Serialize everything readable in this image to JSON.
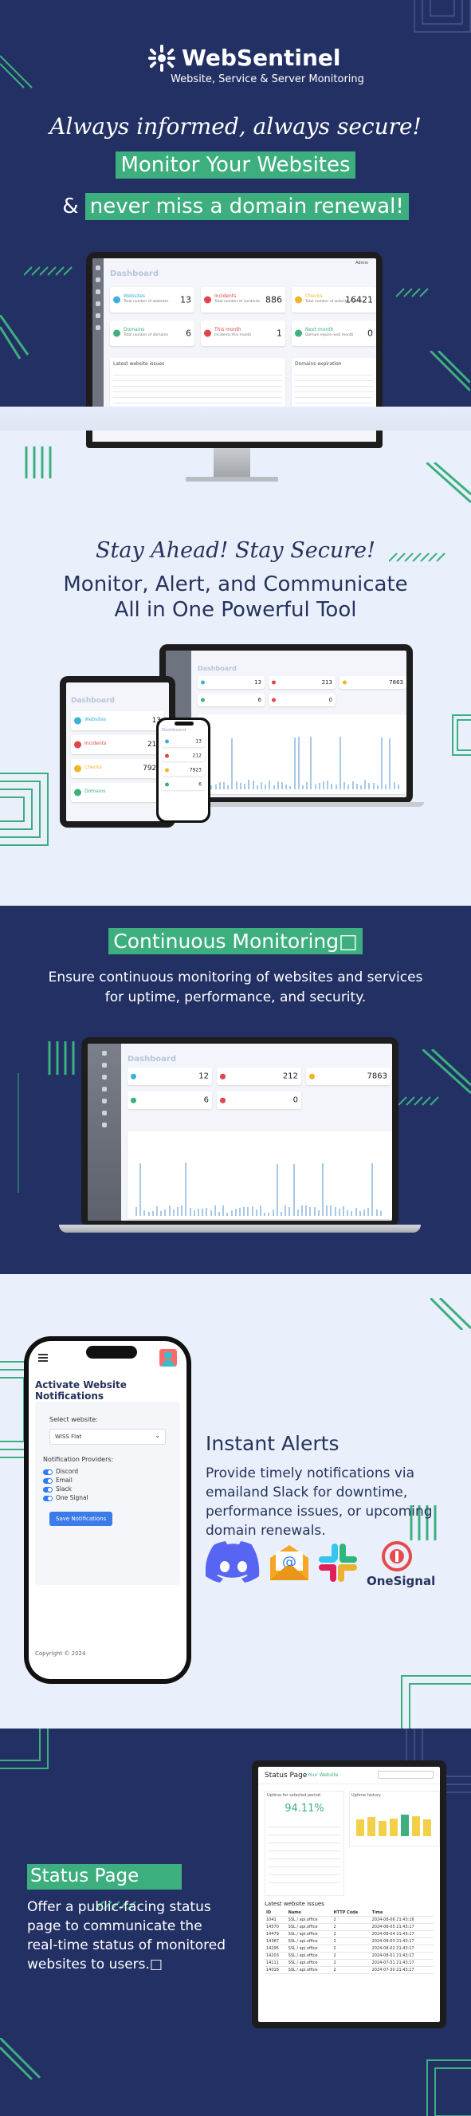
{
  "brand": {
    "name": "WebSentinel",
    "tagline": "Website, Service & Server Monitoring"
  },
  "hero": {
    "line1": "Always informed, always secure!",
    "line2": "Monitor Your Websites",
    "line3_prefix": "& ",
    "line3_highlight": "never miss a domain renewal!"
  },
  "dashboard": {
    "title": "Dashboard",
    "user": "Admin",
    "cards": [
      {
        "label": "Websites",
        "sub": "Total number of websites",
        "value": "13",
        "color": "#3db0d8"
      },
      {
        "label": "Incidents",
        "sub": "Total number of incidents",
        "value": "886",
        "color": "#e0454b"
      },
      {
        "label": "Checks",
        "sub": "Total number of website checks",
        "value": "16421",
        "color": "#f2b52a"
      },
      {
        "label": "Domains",
        "sub": "Total number of domains",
        "value": "6",
        "color": "#3db07e"
      },
      {
        "label": "This month",
        "sub": "Incidents this month",
        "value": "1",
        "color": "#e0454b"
      },
      {
        "label": "Next month",
        "sub": "Domain expire next month",
        "value": "0",
        "color": "#3db07e"
      }
    ],
    "panels": {
      "latest_issues": "Latest website issues",
      "domain_expiration": "Domains expiration"
    }
  },
  "section2": {
    "line1": "Stay Ahead! Stay Secure!",
    "line2": "Monitor, Alert, and Communicate",
    "line3": "All in One Powerful Tool",
    "tablet_cards": [
      {
        "label": "Websites",
        "value": "13"
      },
      {
        "label": "Incidents",
        "value": "212"
      },
      {
        "label": "Checks",
        "value": "7923"
      },
      {
        "label": "Domains",
        "value": "6"
      }
    ],
    "phone_values": [
      "13",
      "212",
      "7923",
      "6"
    ],
    "laptop_values": [
      "13",
      "213",
      "7863",
      "6",
      "0"
    ]
  },
  "section3": {
    "title": "Continuous Monitoring□",
    "desc1": "Ensure continuous monitoring of websites and services",
    "desc2": "for uptime, performance, and security.",
    "values": [
      "12",
      "212",
      "7863",
      "6",
      "0"
    ]
  },
  "section4": {
    "phone": {
      "title": "Activate Website Notifications",
      "select_label": "Select website:",
      "select_value": "WISS Flat",
      "providers_label": "Notification Providers:",
      "providers": [
        "Discord",
        "Email",
        "Slack",
        "One Signal"
      ],
      "button": "Save Notifications",
      "footer": "Copyright © 2024"
    },
    "heading": "Instant Alerts",
    "text": [
      "Provide timely notifications via",
      "emailand Slack for downtime,",
      "performance issues, or upcoming",
      "domain renewals."
    ],
    "onesignal": "OneSignal",
    "email_symbol": "@",
    "colors": {
      "discord": "#5865f2",
      "email": "#f6a623",
      "onesignal": "#e54b4d"
    }
  },
  "section5": {
    "heading": "Status Page",
    "text": [
      "Offer a public-facing status",
      "page to communicate the",
      "real-time status of monitored",
      "websites to users.□"
    ],
    "status": {
      "title": "Status Page",
      "site": "| Your Website",
      "uptime_label": "Uptime for selected period",
      "uptime_value": "94.11%",
      "history_label": "Uptime history",
      "issues_label": "Latest website issues",
      "issue_cols": [
        "ID",
        "Name",
        "HTTP Code",
        "Time"
      ],
      "rows": [
        [
          "1041",
          "SSL / api.office",
          "2",
          "2024-08-06 21:43:16"
        ],
        [
          "14570",
          "SSL / api.office",
          "2",
          "2024-08-05 21:43:17"
        ],
        [
          "14479",
          "SSL / api.office",
          "2",
          "2024-08-04 21:43:17"
        ],
        [
          "14387",
          "SSL / api.office",
          "2",
          "2024-08-03 21:43:17"
        ],
        [
          "14295",
          "SSL / api.office",
          "2",
          "2024-08-02 21:43:17"
        ],
        [
          "14203",
          "SSL / api.office",
          "2",
          "2024-08-01 21:43:17"
        ],
        [
          "14111",
          "SSL / api.office",
          "2",
          "2024-07-31 21:43:17"
        ],
        [
          "14018",
          "SSL / api.office",
          "2",
          "2024-07-30 21:43:17"
        ]
      ]
    }
  }
}
